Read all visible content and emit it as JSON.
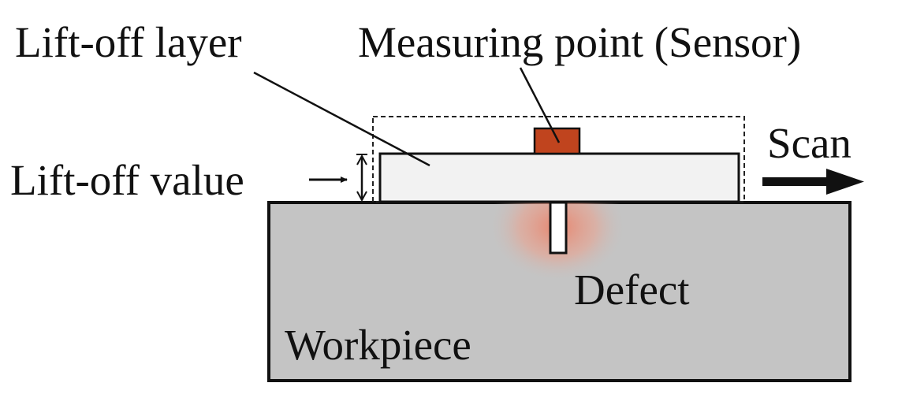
{
  "diagram": {
    "labels": {
      "liftoff_layer": "Lift-off layer",
      "measuring_point": "Measuring point (Sensor)",
      "scan": "Scan",
      "liftoff_value": "Lift-off value",
      "defect": "Defect",
      "workpiece": "Workpiece"
    },
    "colors": {
      "workpiece_fill": "#c4c4c4",
      "layer_fill": "#f2f2f2",
      "sensor_fill": "#c0441e",
      "defect_glow": "#e8826a",
      "outline": "#111111"
    }
  }
}
